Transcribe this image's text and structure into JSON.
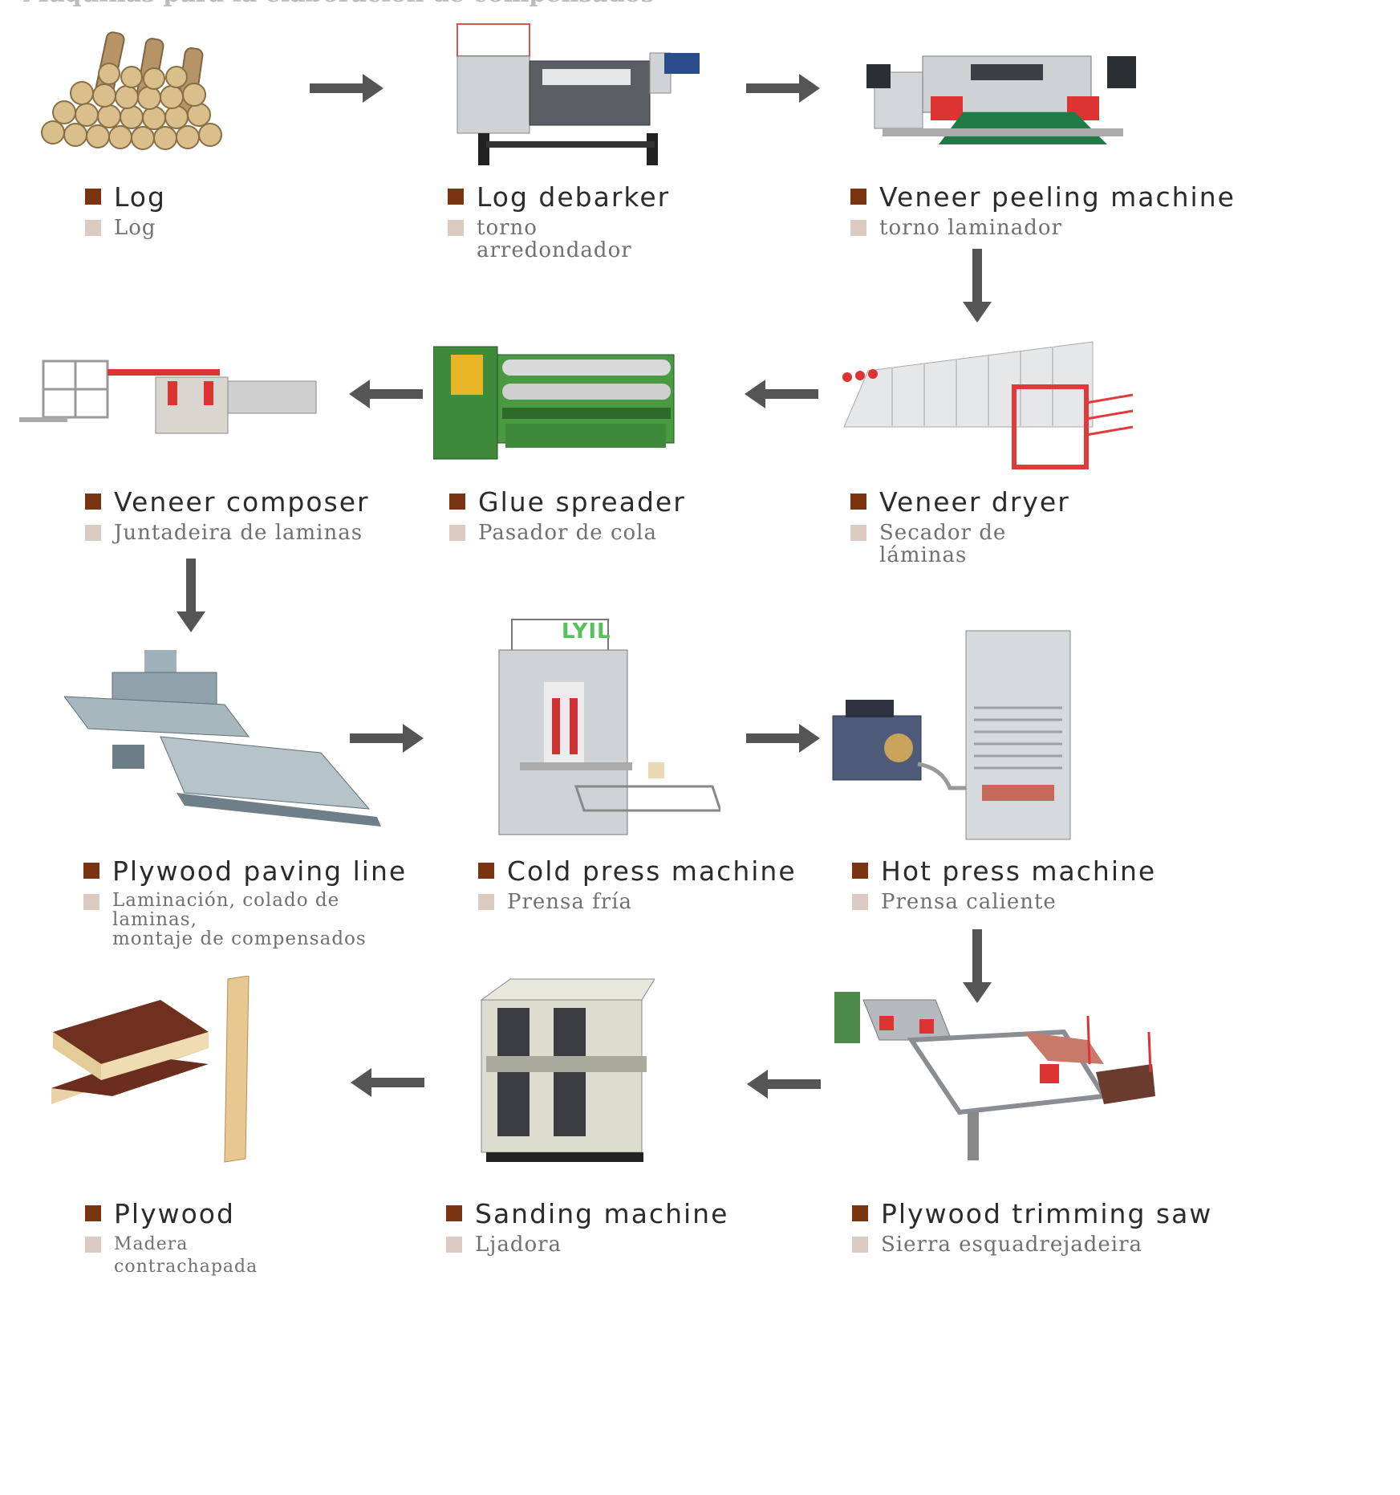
{
  "header": {
    "title": "Máquinas para la elaboración de compensados"
  },
  "colors": {
    "bullet_primary": "#7b3412",
    "bullet_secondary": "#dccbc2",
    "arrow": "#555555"
  },
  "logo": {
    "text": "LYIL"
  },
  "steps": [
    {
      "en": "Log",
      "es": "Log"
    },
    {
      "en": "Log debarker",
      "es": "torno arredondador"
    },
    {
      "en": "Veneer peeling machine",
      "es": "torno laminador"
    },
    {
      "en": "Veneer composer",
      "es": "Juntadeira de laminas"
    },
    {
      "en": "Glue spreader",
      "es": "Pasador de cola"
    },
    {
      "en": "Veneer dryer",
      "es": "Secador de láminas"
    },
    {
      "en": "Plywood paving line",
      "es": "Laminación, colado de laminas,\nmontaje de compensados"
    },
    {
      "en": "Cold press machine",
      "es": "Prensa fría"
    },
    {
      "en": "Hot press machine",
      "es": "Prensa caliente"
    },
    {
      "en": "Plywood",
      "es": "Madera contrachapada"
    },
    {
      "en": "Sanding machine",
      "es": "Ljadora"
    },
    {
      "en": "Plywood trimming saw",
      "es": "Sierra esquadrejadeira"
    }
  ]
}
